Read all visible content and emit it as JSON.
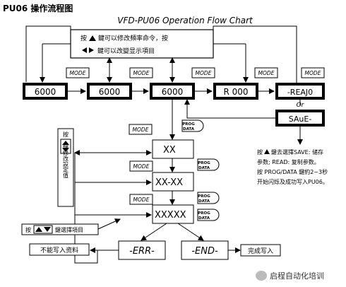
{
  "page": {
    "heading": "PU06 操作流程图",
    "chart_title": "VFD-PU06 Operation Flow Chart"
  },
  "top_note": {
    "line1": "按",
    "line1b": "鍵可以修改頻率命令，按",
    "line2": "鍵可以改變显示項目"
  },
  "mode_label": "MODE",
  "prog_label_1": "PROG",
  "prog_label_2": "DATA",
  "displays": [
    "6000",
    "6000",
    "6000",
    "R 000",
    "-REAJ0",
    "SAuE-"
  ],
  "or_label": "Or",
  "flow_boxes": {
    "xx": "XX",
    "xxxx": "XX-XX",
    "xxxxx": "XXXXX",
    "err": "-ERR-",
    "end": "-END-"
  },
  "left_vertical_note": {
    "top": "按",
    "text": "鍵修改設定值"
  },
  "bottom_left_note": {
    "prefix": "按",
    "text": "鍵選擇項目"
  },
  "cannot_write": "不能写入资料",
  "write_done": "完成写入",
  "right_note": {
    "line1": "按",
    "line1b": "鍵去選擇SAVE: 储存",
    "line2": "参数; READ: 复制参数。",
    "line3": "按 PROG/DATA 鍵約2~3秒",
    "line4": "开始闪烁及成功写入PU06。"
  },
  "watermark": "启程自动化培训"
}
